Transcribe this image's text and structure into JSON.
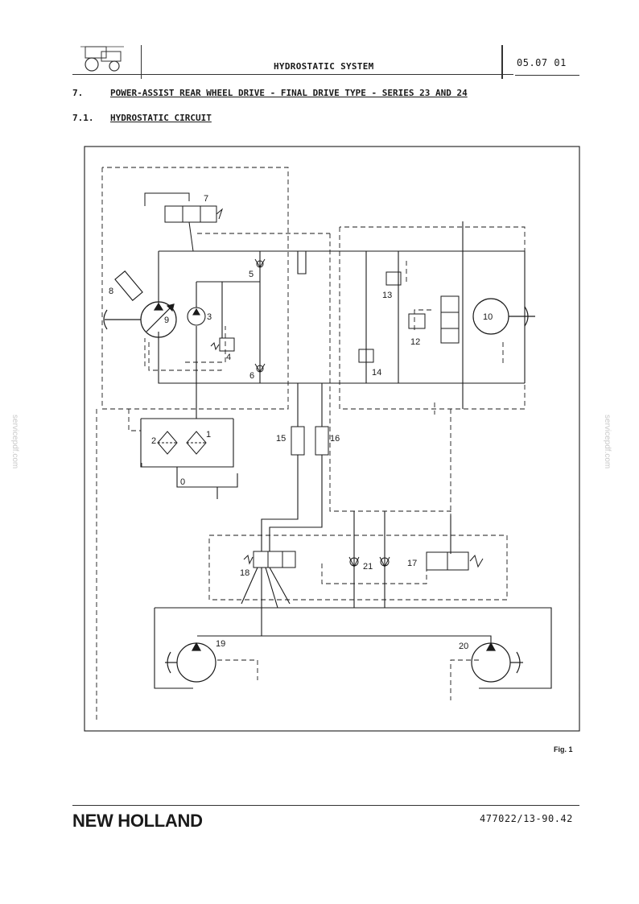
{
  "header": {
    "title": "HYDROSTATIC SYSTEM",
    "code": "05.07 01"
  },
  "section": {
    "number": "7.",
    "title": "POWER-ASSIST REAR WHEEL DRIVE - FINAL DRIVE TYPE - SERIES 23 AND 24"
  },
  "subsection": {
    "number": "7.1.",
    "title": "HYDROSTATIC CIRCUIT"
  },
  "diagram": {
    "component_labels": [
      "1",
      "2",
      "3",
      "4",
      "5",
      "6",
      "7",
      "8",
      "9",
      "10",
      "12",
      "13",
      "14",
      "15",
      "16",
      "17",
      "18",
      "19",
      "20",
      "21"
    ],
    "tank_label": "0"
  },
  "figure_caption": "Fig. 1",
  "footer": {
    "brand": "NEW HOLLAND",
    "doc_number": "477022/13-90.42"
  },
  "watermark": "servicepdf.com"
}
